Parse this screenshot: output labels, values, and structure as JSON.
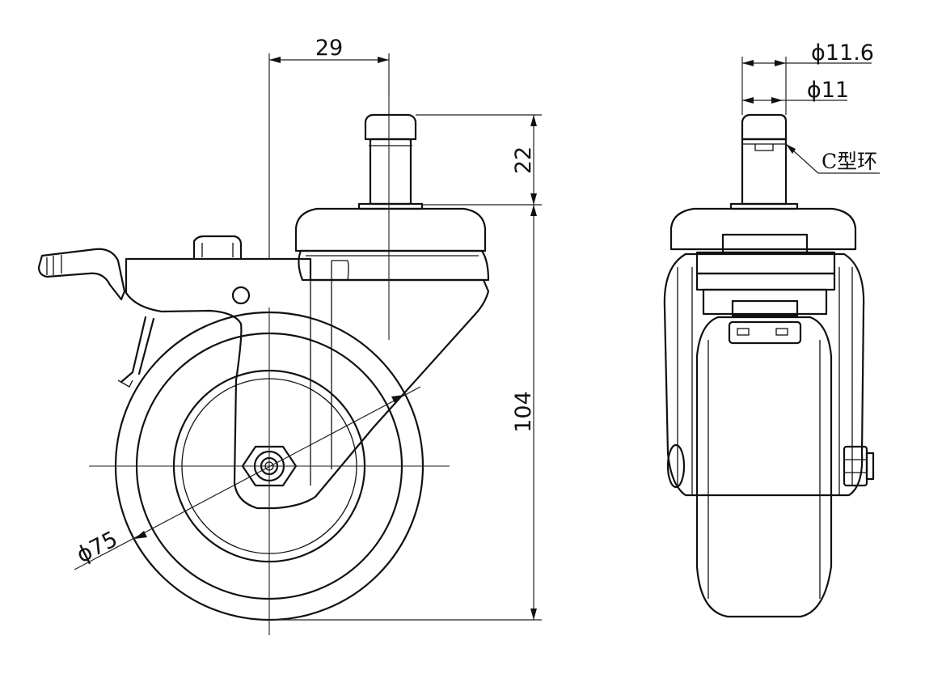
{
  "dimensions": {
    "offset": "29",
    "stem_length": "22",
    "height": "104",
    "wheel_diameter": "ϕ75",
    "stem_outer": "ϕ11.6",
    "stem_groove": "ϕ11"
  },
  "labels": {
    "c_ring": "C型环"
  },
  "colors": {
    "line": "#111111",
    "background": "#ffffff"
  }
}
